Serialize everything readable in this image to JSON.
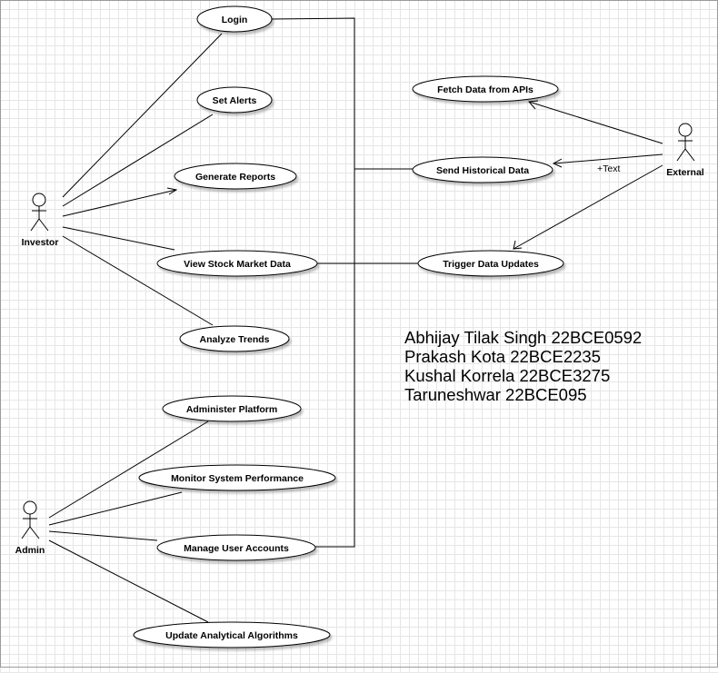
{
  "actors": {
    "investor": "Investor",
    "admin": "Admin",
    "external": "External"
  },
  "use_cases": {
    "login": "Login",
    "set_alerts": "Set Alerts",
    "generate_reports": "Generate Reports",
    "view_stock_market_data": "View Stock Market Data",
    "analyze_trends": "Analyze Trends",
    "administer_platform": "Administer Platform",
    "monitor_system_performance": "Monitor System Performance",
    "manage_user_accounts": "Manage User Accounts",
    "update_analytical_algorithms": "Update Analytical Algorithms",
    "fetch_data_from_apis": "Fetch Data from APIs",
    "send_historical_data": "Send Historical Data",
    "trigger_data_updates": "Trigger Data Updates"
  },
  "edge_label": "+Text",
  "authors": [
    "Abhijay Tilak Singh 22BCE0592",
    "Prakash Kota 22BCE2235",
    "Kushal Korrela 22BCE3275",
    "Taruneshwar 22BCE095"
  ]
}
